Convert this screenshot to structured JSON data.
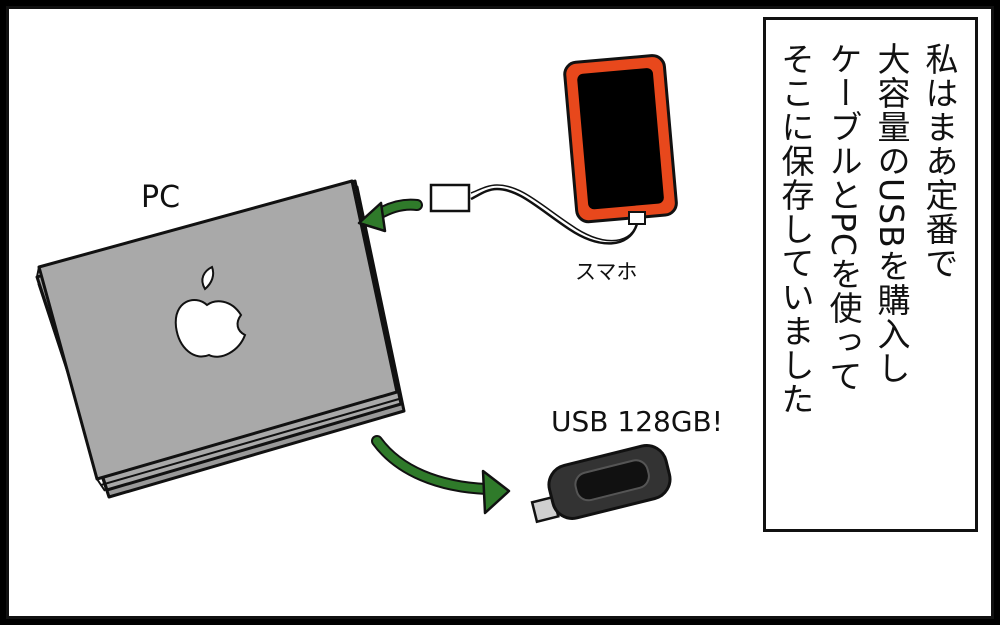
{
  "panel": {
    "labels": {
      "pc": "PC",
      "phone": "スマホ",
      "usb": "USB 128GB!"
    },
    "narration": "私はまあ定番で\n大容量のUSBを購入し\nケーブルとPCを使って\nそこに保存していました"
  },
  "colors": {
    "laptop": "#a9a9a9",
    "phone_body": "#e8481c",
    "arrow": "#2f7a2a",
    "usb_body": "#333333",
    "usb_connector": "#cfcfcf",
    "panel_background": "#ffffff"
  },
  "icons": {
    "laptop_logo": "apple-logo-icon",
    "arrows": "curved-arrow-icon"
  }
}
